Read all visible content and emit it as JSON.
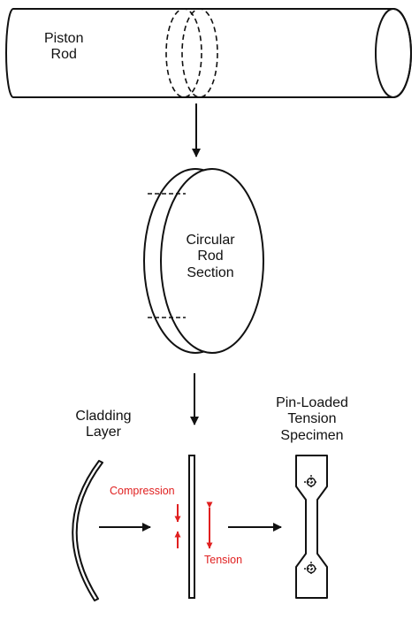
{
  "labels": {
    "piston_rod": [
      "Piston",
      "Rod"
    ],
    "rod_section": [
      "Circular",
      "Rod",
      "Section"
    ],
    "cladding_layer": [
      "Cladding",
      "Layer"
    ],
    "tension_specimen": [
      "Pin-Loaded",
      "Tension",
      "Specimen"
    ],
    "compression": "Compression",
    "tension": "Tension"
  },
  "colors": {
    "line": "#111111",
    "stress_arrow": "#e02020"
  }
}
